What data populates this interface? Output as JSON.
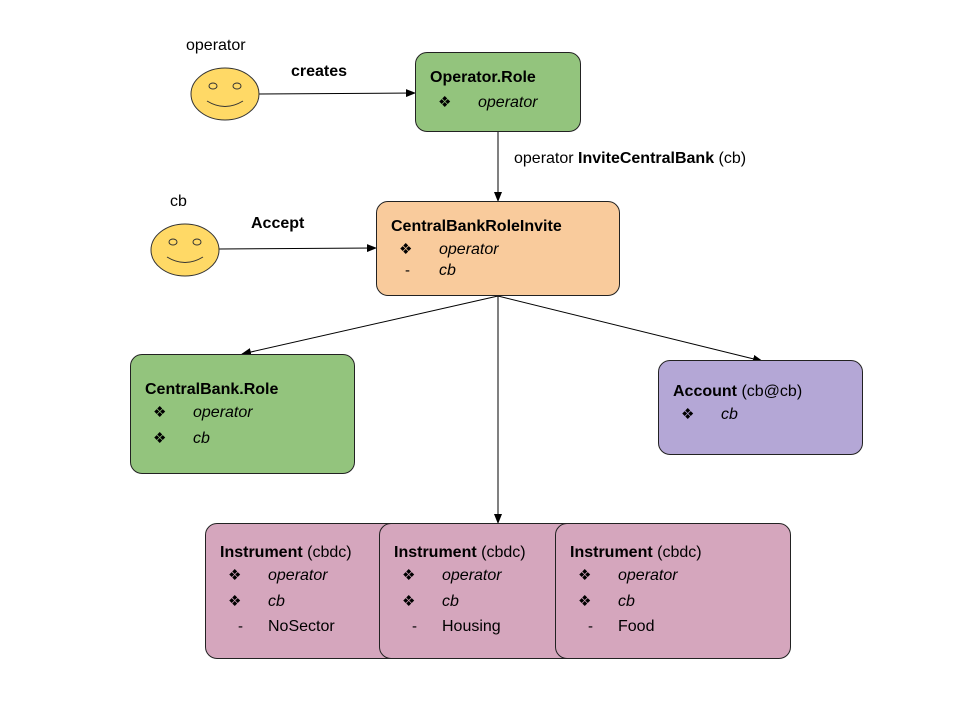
{
  "actors": {
    "operator": {
      "name": "operator",
      "action": "creates"
    },
    "cb": {
      "name": "cb",
      "action": "Accept"
    }
  },
  "edges": {
    "invite": {
      "prefix": "operator ",
      "choice": "InviteCentralBank",
      "suffix": " (cb)"
    }
  },
  "boxes": {
    "operator_role": {
      "title": "Operator.Role",
      "title_suffix": "",
      "color": "#93c47d",
      "rows": [
        {
          "marker": "❖",
          "text": "operator",
          "italic": true
        }
      ]
    },
    "invite": {
      "title": "CentralBankRoleInvite",
      "title_suffix": "",
      "color": "#f9cb9c",
      "rows": [
        {
          "marker": "❖",
          "text": "operator",
          "italic": true
        },
        {
          "marker": "-",
          "text": "cb",
          "italic": true
        }
      ]
    },
    "cb_role": {
      "title": "CentralBank.Role",
      "title_suffix": "",
      "color": "#93c47d",
      "rows": [
        {
          "marker": "❖",
          "text": "operator",
          "italic": true
        },
        {
          "marker": "❖",
          "text": "cb",
          "italic": true
        }
      ]
    },
    "account": {
      "title": "Account",
      "title_suffix": " (cb@cb)",
      "color": "#b4a7d6",
      "rows": [
        {
          "marker": "❖",
          "text": "cb",
          "italic": true
        }
      ]
    },
    "instrument_1": {
      "title": "Instrument",
      "title_suffix": " (cbdc)",
      "color": "#d5a6bd",
      "rows": [
        {
          "marker": "❖",
          "text": "operator",
          "italic": true
        },
        {
          "marker": "❖",
          "text": "cb",
          "italic": true
        },
        {
          "marker": "-",
          "text": "NoSector",
          "italic": false
        }
      ]
    },
    "instrument_2": {
      "title": "Instrument",
      "title_suffix": " (cbdc)",
      "color": "#d5a6bd",
      "rows": [
        {
          "marker": "❖",
          "text": "operator",
          "italic": true
        },
        {
          "marker": "❖",
          "text": "cb",
          "italic": true
        },
        {
          "marker": "-",
          "text": "Housing",
          "italic": false
        }
      ]
    },
    "instrument_3": {
      "title": "Instrument",
      "title_suffix": " (cbdc)",
      "color": "#d5a6bd",
      "rows": [
        {
          "marker": "❖",
          "text": "operator",
          "italic": true
        },
        {
          "marker": "❖",
          "text": "cb",
          "italic": true
        },
        {
          "marker": "-",
          "text": "Food",
          "italic": false
        }
      ]
    }
  }
}
